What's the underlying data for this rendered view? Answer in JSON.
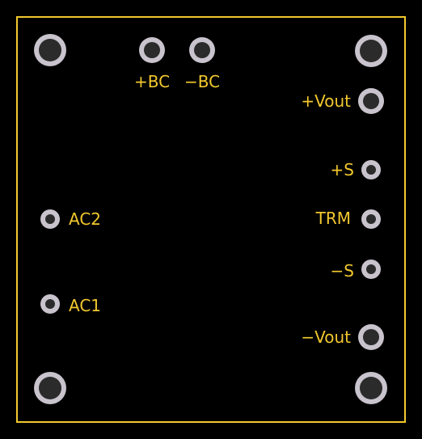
{
  "colors": {
    "background": "#000000",
    "outline": "#f2c82e",
    "silkscreen": "#f2c82e",
    "pad_ring": "#c8c3cc",
    "pad_hole": "#2b2b2b"
  },
  "pads": {
    "mount_tl": "mounting-hole",
    "mount_tr": "mounting-hole",
    "mount_bl": "mounting-hole",
    "mount_br": "mounting-hole",
    "bc_pos": "+BC",
    "bc_neg": "−BC",
    "vout_pos": "+Vout",
    "sense_pos": "+S",
    "trim": "TRM",
    "sense_neg": "−S",
    "vout_neg": "−Vout",
    "ac2": "AC2",
    "ac1": "AC1"
  }
}
